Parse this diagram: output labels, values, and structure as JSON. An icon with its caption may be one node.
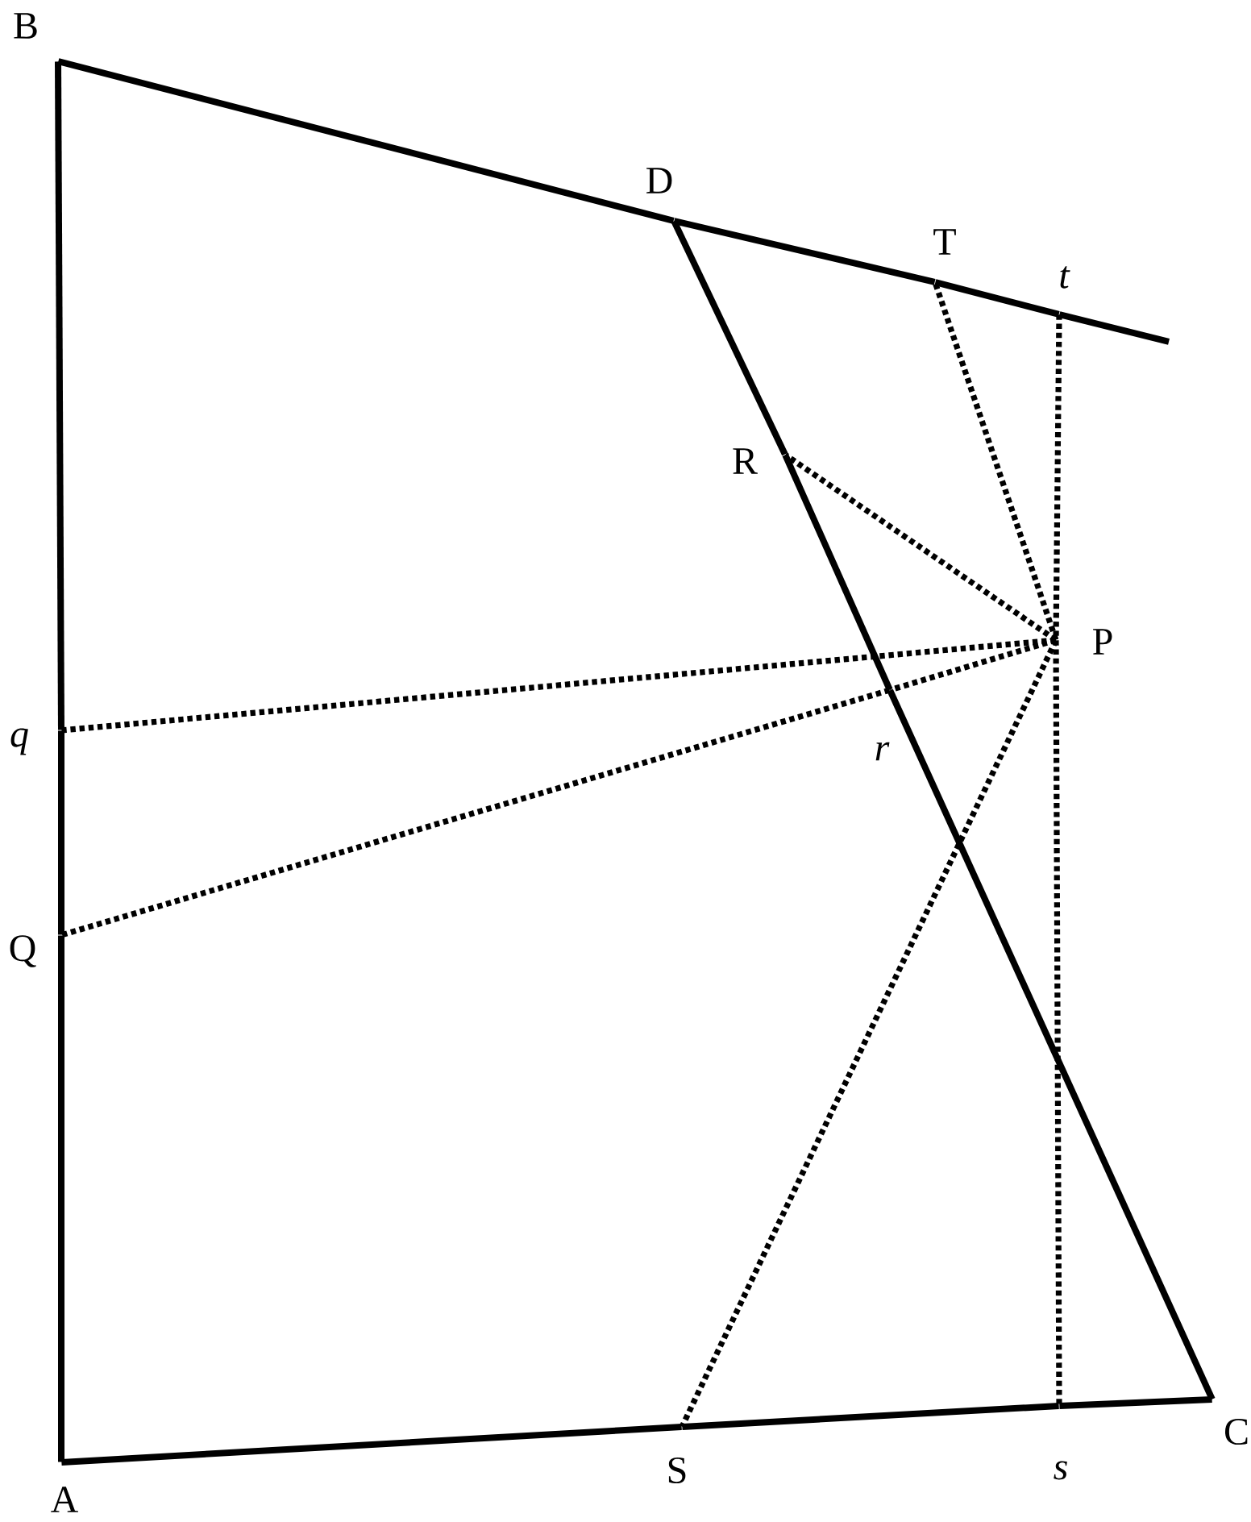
{
  "diagram": {
    "nodes": [
      {
        "text": [
          "B"
        ]
      },
      {
        "text": [
          "D"
        ]
      },
      {
        "text": [
          "T"
        ]
      },
      {
        "text": [
          "t"
        ]
      },
      {
        "text": [
          "R"
        ]
      },
      {
        "text": [
          "P"
        ]
      },
      {
        "text": [
          "q"
        ]
      },
      {
        "text": [
          "r"
        ]
      },
      {
        "text": [
          "Q"
        ]
      },
      {
        "text": [
          "S"
        ]
      },
      {
        "text": [
          "s"
        ]
      },
      {
        "text": [
          "C"
        ]
      },
      {
        "text": [
          "A"
        ]
      }
    ],
    "edges": [
      {
        "from": 0,
        "to": 1,
        "arrow": "none"
      },
      {
        "from": 1,
        "to": 2,
        "arrow": "none"
      },
      {
        "from": 2,
        "to": 3,
        "arrow": "none"
      },
      {
        "from": 3,
        "to": null,
        "arrow": "none"
      },
      {
        "from": 0,
        "to": 6,
        "arrow": "none"
      },
      {
        "from": 6,
        "to": 8,
        "arrow": "none"
      },
      {
        "from": 8,
        "to": 12,
        "arrow": "none"
      },
      {
        "from": 12,
        "to": 9,
        "arrow": "none"
      },
      {
        "from": 9,
        "to": 10,
        "arrow": "none"
      },
      {
        "from": 10,
        "to": 11,
        "arrow": "none"
      },
      {
        "from": 1,
        "to": 4,
        "arrow": "none"
      },
      {
        "from": 4,
        "to": 7,
        "arrow": "none"
      },
      {
        "from": 7,
        "to": 11,
        "arrow": "none"
      },
      {
        "from": 5,
        "to": 2,
        "arrow": "none",
        "style": "dashed"
      },
      {
        "from": 5,
        "to": 4,
        "arrow": "none",
        "style": "dashed"
      },
      {
        "from": 5,
        "to": 6,
        "arrow": "none",
        "style": "dashed"
      },
      {
        "from": 5,
        "to": 7,
        "arrow": "none",
        "style": "dashed"
      },
      {
        "from": 7,
        "to": 8,
        "arrow": "none",
        "style": "dashed"
      },
      {
        "from": 5,
        "to": 9,
        "arrow": "none",
        "style": "dashed"
      },
      {
        "from": 3,
        "to": 5,
        "arrow": "none",
        "style": "dashed"
      },
      {
        "from": 5,
        "to": 10,
        "arrow": "none",
        "style": "dashed"
      }
    ]
  }
}
